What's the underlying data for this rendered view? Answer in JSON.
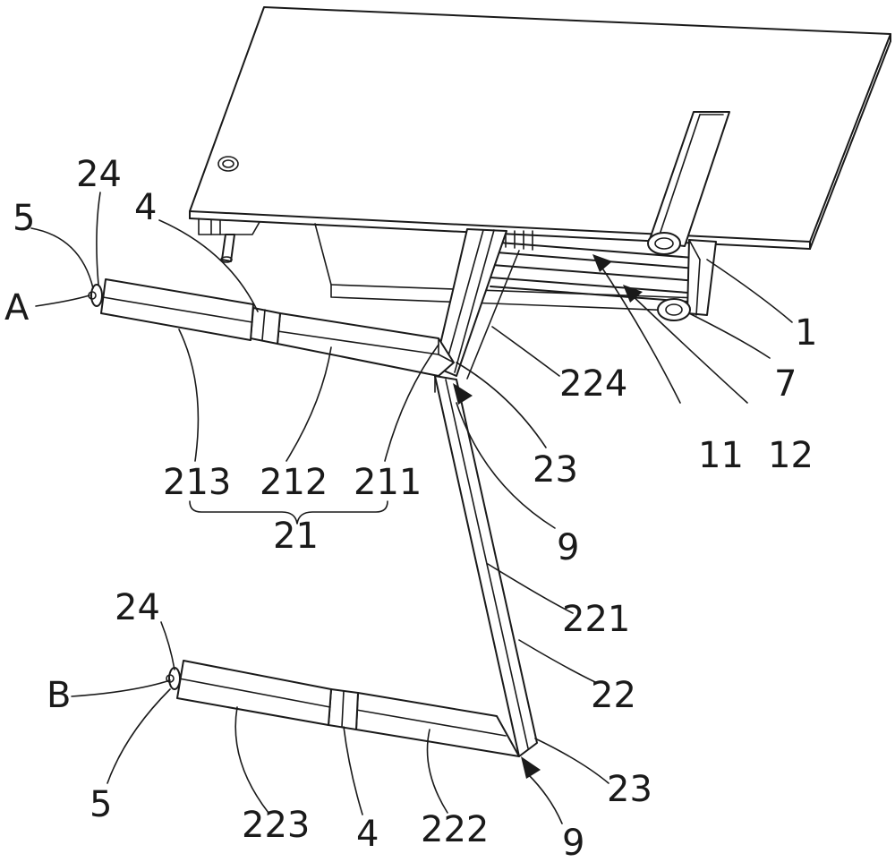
{
  "figure": {
    "labels": {
      "A": "A",
      "B": "B",
      "n1": "1",
      "n4a": "4",
      "n4b": "4",
      "n5a": "5",
      "n5b": "5",
      "n7": "7",
      "n9a": "9",
      "n9b": "9",
      "n11": "11",
      "n12": "12",
      "n21": "21",
      "n22": "22",
      "n23a": "23",
      "n23b": "23",
      "n24a": "24",
      "n24b": "24",
      "n211": "211",
      "n212": "212",
      "n213": "213",
      "n221": "221",
      "n222": "222",
      "n223": "223",
      "n224": "224"
    }
  }
}
